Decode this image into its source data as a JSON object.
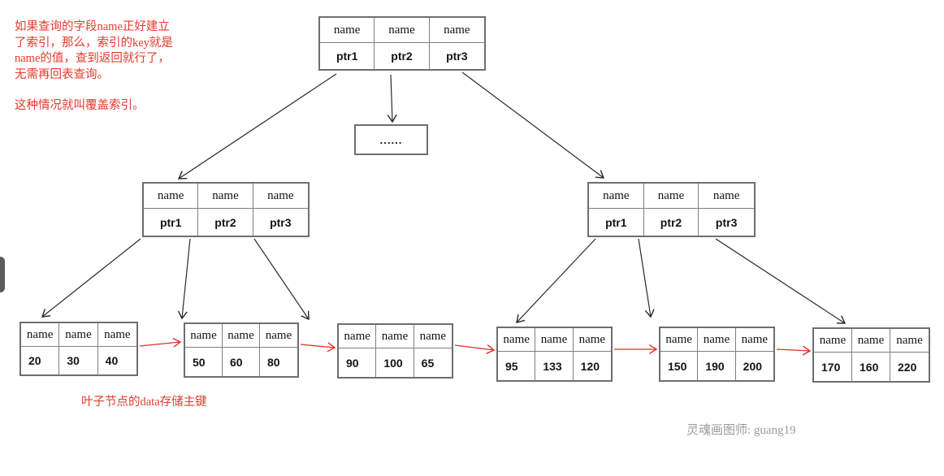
{
  "annotations": {
    "covering_index_note_lines": [
      "如果查询的字段name正好建立",
      "了索引，那么，索引的key就是",
      "name的值，查到返回就行了，",
      "无需再回表查询。"
    ],
    "covering_index_conclusion": "这种情况就叫覆盖索引。",
    "leaf_note": "叶子节点的data存储主键",
    "signature": "灵魂画图师: guang19"
  },
  "colors": {
    "annotation_red": "#e5392c",
    "link_arrow_red": "#dd3126",
    "edge_black": "#2a2a2a",
    "border_gray": "#6e6e6e",
    "signature_gray": "#9b9b9b"
  },
  "nodes": {
    "root": {
      "keys": [
        "name",
        "name",
        "name"
      ],
      "pointers": [
        "ptr1",
        "ptr2",
        "ptr3"
      ]
    },
    "ellipsis": "......",
    "internal_left": {
      "keys": [
        "name",
        "name",
        "name"
      ],
      "pointers": [
        "ptr1",
        "ptr2",
        "ptr3"
      ]
    },
    "internal_right": {
      "keys": [
        "name",
        "name",
        "name"
      ],
      "pointers": [
        "ptr1",
        "ptr2",
        "ptr3"
      ]
    },
    "leaves": [
      {
        "keys": [
          "name",
          "name",
          "name"
        ],
        "values": [
          "20",
          "30",
          "40"
        ]
      },
      {
        "keys": [
          "name",
          "name",
          "name"
        ],
        "values": [
          "50",
          "60",
          "80"
        ]
      },
      {
        "keys": [
          "name",
          "name",
          "name"
        ],
        "values": [
          "90",
          "100",
          "65"
        ]
      },
      {
        "keys": [
          "name",
          "name",
          "name"
        ],
        "values": [
          "95",
          "133",
          "120"
        ]
      },
      {
        "keys": [
          "name",
          "name",
          "name"
        ],
        "values": [
          "150",
          "190",
          "200"
        ]
      },
      {
        "keys": [
          "name",
          "name",
          "name"
        ],
        "values": [
          "170",
          "160",
          "220"
        ]
      }
    ]
  }
}
